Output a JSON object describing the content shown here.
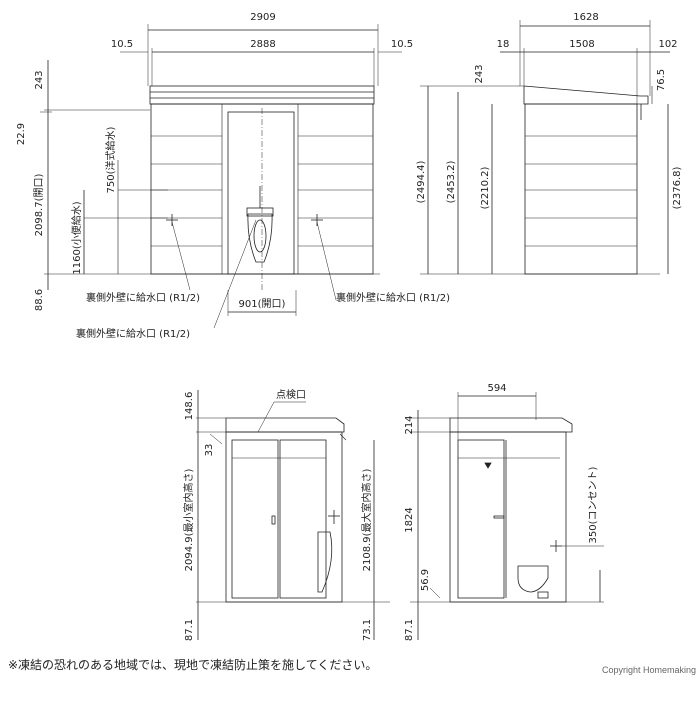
{
  "front_view": {
    "dim_total_width": "2909",
    "dim_inner_width": "2888",
    "dim_side_left": "10.5",
    "dim_side_right": "10.5",
    "dim_roof_height": "243",
    "dim_roof_offset": "22.9",
    "dim_opening_height": "2098.7(開口)",
    "dim_western_water": "750(洋式給水)",
    "dim_urinal_water": "1160(小便給水)",
    "dim_base": "88.6",
    "dim_opening_width": "901(開口)",
    "label_water_inlet_right": "裏側外壁に給水口 (R1/2)",
    "label_water_inlet_left": "裏側外壁に給水口 (R1/2)",
    "label_water_inlet_center": "裏側外壁に給水口 (R1/2)"
  },
  "side_view": {
    "dim_total_width": "1628",
    "dim_left": "18",
    "dim_middle": "1508",
    "dim_right": "102",
    "dim_roof_height": "243",
    "dim_eave": "76.5",
    "dim_h1": "(2494.4)",
    "dim_h2": "(2453.2)",
    "dim_h3": "(2210.2)",
    "dim_h4": "(2376.8)"
  },
  "section_view_1": {
    "dim_top": "148.6",
    "label_inspection": "点検口",
    "dim_small": "33",
    "dim_min_height": "2094.9(最小室内高さ)",
    "dim_max_height": "2108.9(最大室内高さ)",
    "dim_base_left": "87.1",
    "dim_base_right": "73.1"
  },
  "section_view_2": {
    "dim_width": "594",
    "dim_top": "214",
    "dim_door": "1824",
    "dim_outlet": "350(コンセント)",
    "dim_small": "56.9",
    "dim_base": "87.1"
  },
  "footer": {
    "note": "※凍結の恐れのある地域では、現地で凍結防止策を施してください。",
    "copyright": "Copyright Homemaking"
  }
}
